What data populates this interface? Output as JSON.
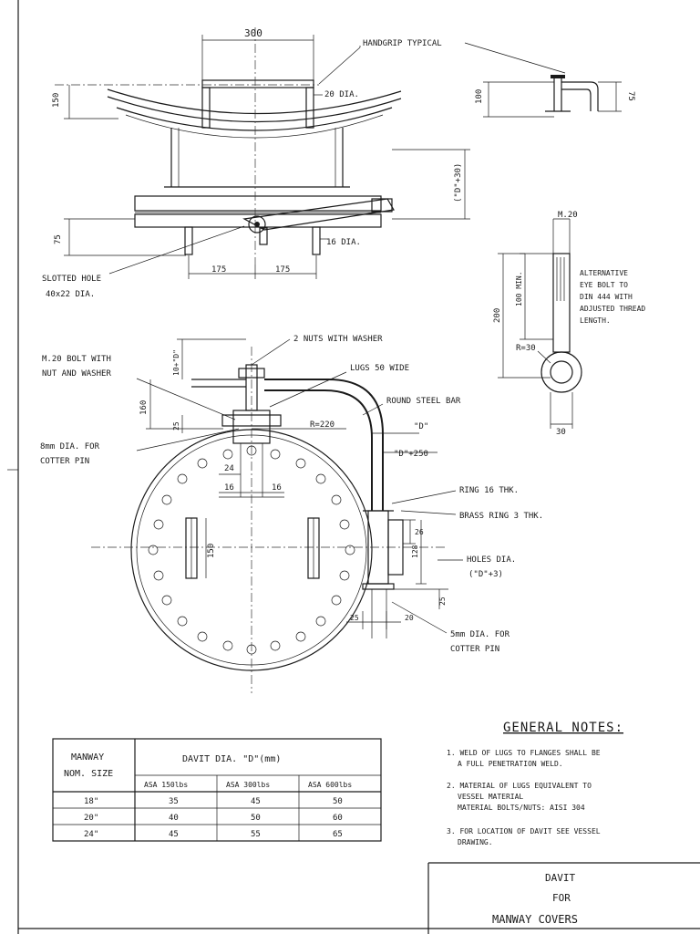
{
  "labels": {
    "dim_300": "300",
    "handgrip": "HANDGRIP TYPICAL",
    "dim_150_top": "150",
    "dia_20": "20 DIA.",
    "dim_100": "100",
    "dim_75_side": "75",
    "d_plus_30": "(\"D\"+30)",
    "dim_75_left": "75",
    "dia_16": "16 DIA.",
    "slotted_1": "SLOTTED HOLE",
    "slotted_2": "40x22 DIA.",
    "dim_175a": "175",
    "dim_175b": "175",
    "m20": "M.20",
    "alt_1": "ALTERNATIVE",
    "alt_2": "EYE BOLT TO",
    "alt_3": "DIN 444 WITH",
    "alt_4": "ADJUSTED THREAD",
    "alt_5": "LENGTH.",
    "min_100": "100 MIN.",
    "dim_200": "200",
    "r30": "R=30",
    "dim_30": "30",
    "nuts": "2 NUTS WITH WASHER",
    "bolt_1": "M.20 BOLT WITH",
    "bolt_2": "NUT AND WASHER",
    "lugs": "LUGS 50 WIDE",
    "bar": "ROUND STEEL BAR",
    "d_plus_10": "10+\"D\"",
    "dim_160": "160",
    "dim_25": "25",
    "r220": "R=220",
    "d_q": "\"D\"",
    "d_plus_250": "\"D\"+250",
    "cotter_1": "8mm DIA. FOR",
    "cotter_2": "COTTER PIN",
    "dim_24": "24",
    "dim_16a": "16",
    "dim_16b": "16",
    "dim_150_mid": "150",
    "ring": "RING 16 THK.",
    "brass": "BRASS RING 3 THK.",
    "dim_26": "26",
    "dim_128": "128",
    "holes_1": "HOLES DIA.",
    "holes_2": "(\"D\"+3)",
    "dim_25b": "25",
    "dim_25c": "25",
    "dim_20": "20",
    "pin_1": "5mm DIA. FOR",
    "pin_2": "COTTER PIN"
  },
  "table": {
    "h_manway_1": "MANWAY",
    "h_manway_2": "NOM. SIZE",
    "h_davit": "DAVIT DIA. \"D\"(mm)",
    "h_asa150": "ASA 150lbs",
    "h_asa300": "ASA 300lbs",
    "h_asa600": "ASA 600lbs",
    "rows": [
      {
        "size": "18\"",
        "a": "35",
        "b": "45",
        "c": "50"
      },
      {
        "size": "20\"",
        "a": "40",
        "b": "50",
        "c": "60"
      },
      {
        "size": "24\"",
        "a": "45",
        "b": "55",
        "c": "65"
      }
    ]
  },
  "notes": {
    "heading": "GENERAL NOTES:",
    "n1a": "1. WELD OF LUGS TO FLANGES SHALL BE",
    "n1b": "A FULL PENETRATION WELD.",
    "n2a": "2. MATERIAL OF LUGS EQUIVALENT TO",
    "n2b": "VESSEL MATERIAL",
    "n2c": "MATERIAL BOLTS/NUTS: AISI 304",
    "n3a": "3. FOR LOCATION OF DAVIT SEE VESSEL",
    "n3b": "DRAWING."
  },
  "title_block": {
    "line1": "DAVIT",
    "line2": "FOR",
    "line3": "MANWAY COVERS"
  },
  "colors": {
    "ink": "#1a1a1a",
    "paper": "#ffffff"
  }
}
